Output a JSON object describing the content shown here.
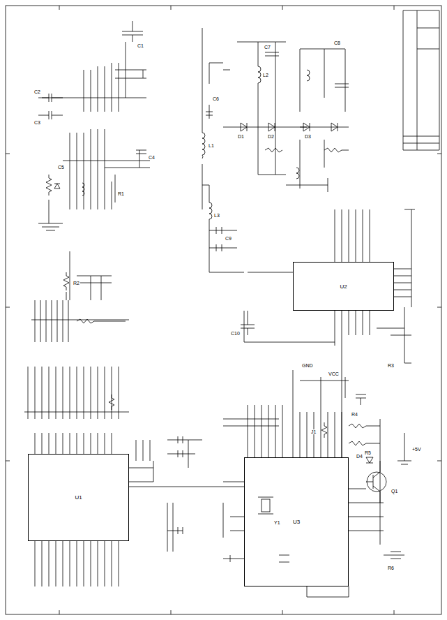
{
  "diagram": {
    "nodes": [
      {
        "text": [
          "U1"
        ]
      },
      {
        "text": [
          "U2"
        ]
      },
      {
        "text": [
          "U3"
        ]
      }
    ],
    "edges": [
      {
        "from": 1,
        "to": 2,
        "arrow": "none"
      },
      {
        "from": 0,
        "to": 2,
        "arrow": "none"
      }
    ],
    "labels": [
      "C1",
      "C2",
      "C3",
      "C4",
      "C5",
      "C6",
      "C7",
      "C8",
      "C9",
      "C10",
      "R1",
      "R2",
      "R3",
      "R4",
      "R5",
      "R6",
      "L1",
      "L2",
      "L3",
      "D1",
      "D2",
      "D3",
      "D4",
      "Q1",
      "Y1",
      "J1",
      "GND",
      "VCC",
      "+5V"
    ]
  }
}
